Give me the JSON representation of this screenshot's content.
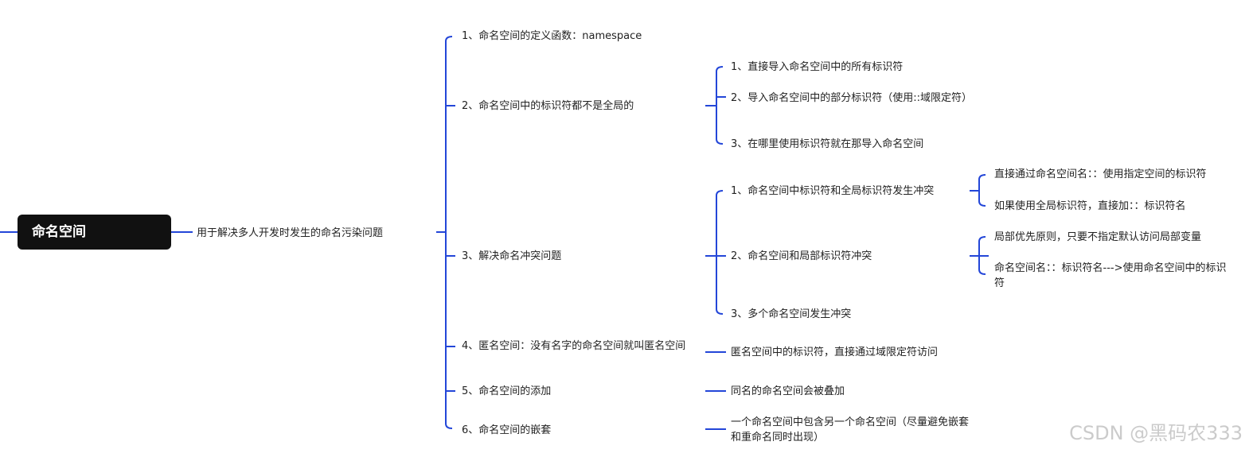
{
  "colors": {
    "line": "#2346d8",
    "root_bg": "#111111",
    "root_text": "#ffffff"
  },
  "root": {
    "label": "命名空间"
  },
  "summary": {
    "label": "用于解决多人开发时发生的命名污染问题"
  },
  "branches": [
    {
      "label": "1、命名空间的定义函数：namespace"
    },
    {
      "label": "2、命名空间中的标识符都不是全局的",
      "children": [
        {
          "label": "1、直接导入命名空间中的所有标识符"
        },
        {
          "label": "2、导入命名空间中的部分标识符（使用::域限定符）"
        },
        {
          "label": "3、在哪里使用标识符就在那导入命名空间"
        }
      ]
    },
    {
      "label": "3、解决命名冲突问题",
      "children": [
        {
          "label": "1、命名空间中标识符和全局标识符发生冲突",
          "children": [
            {
              "label": "直接通过命名空间名：：使用指定空间的标识符"
            },
            {
              "label": "如果使用全局标识符，直接加：：标识符名"
            }
          ]
        },
        {
          "label": "2、命名空间和局部标识符冲突",
          "children": [
            {
              "label": "局部优先原则，只要不指定默认访问局部变量"
            },
            {
              "label": "命名空间名：：标识符名--->使用命名空间中的标识符"
            }
          ]
        },
        {
          "label": "3、多个命名空间发生冲突"
        }
      ]
    },
    {
      "label": "4、匿名空间：没有名字的命名空间就叫匿名空间",
      "children": [
        {
          "label": "匿名空间中的标识符，直接通过域限定符访问"
        }
      ]
    },
    {
      "label": "5、命名空间的添加",
      "children": [
        {
          "label": "同名的命名空间会被叠加"
        }
      ]
    },
    {
      "label": "6、命名空间的嵌套",
      "children": [
        {
          "label": "一个命名空间中包含另一个命名空间（尽量避免嵌套和重命名同时出现）"
        }
      ]
    }
  ],
  "watermark": "CSDN @黑码农333"
}
